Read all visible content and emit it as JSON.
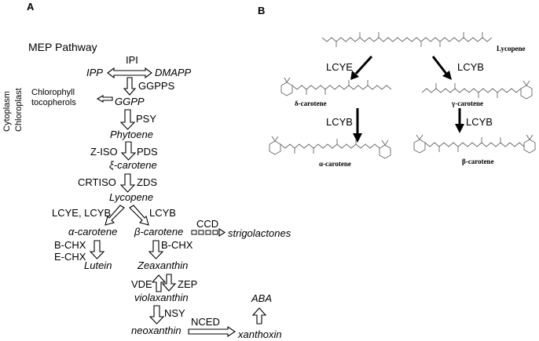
{
  "panel_a": {
    "label": "A",
    "title": "MEP Pathway",
    "compartments": [
      "Cytoplasm",
      "Chloroplast"
    ],
    "enzymes": {
      "ipi": "IPI",
      "ggpps": "GGPPS",
      "psy": "PSY",
      "ziso": "Z-ISO",
      "pds": "PDS",
      "crtiso": "CRTISO",
      "zds": "ZDS",
      "lcye_lcyb": "LCYE, LCYB",
      "lcyb": "LCYB",
      "ccd": "CCD",
      "bchx": "B-CHX",
      "echx": "E-CHX",
      "bchx2": "B-CHX",
      "vde": "VDE",
      "zep": "ZEP",
      "nsy": "NSY",
      "nced": "NCED"
    },
    "compounds": {
      "ipp": "IPP",
      "dmapp": "DMAPP",
      "chlorophyll": "Chlorophyll",
      "tocopherols": "tocopherols",
      "ggpp": "GGPP",
      "phytoene": "Phytoene",
      "zeta_carotene": "ξ-carotene",
      "lycopene": "Lycopene",
      "alpha_carotene": "α-carotene",
      "beta_carotene": "β-carotene",
      "strigolactones": "strigolactones",
      "lutein": "Lutein",
      "zeaxanthin": "Zeaxanthin",
      "violaxanthin": "violaxanthin",
      "neoxanthin": "neoxanthin",
      "xanthoxin": "xanthoxin",
      "aba": "ABA"
    }
  },
  "panel_b": {
    "label": "B",
    "compounds": {
      "lycopene": "Lycopene",
      "delta_carotene": "δ-carotene",
      "gamma_carotene": "γ-carotene",
      "alpha_carotene": "α-carotene",
      "beta_carotene": "β-carotene"
    },
    "enzymes": {
      "lcye": "LCYE",
      "lcyb_left": "LCYB",
      "lcyb_top": "LCYB",
      "lcyb_right": "LCYB"
    }
  }
}
